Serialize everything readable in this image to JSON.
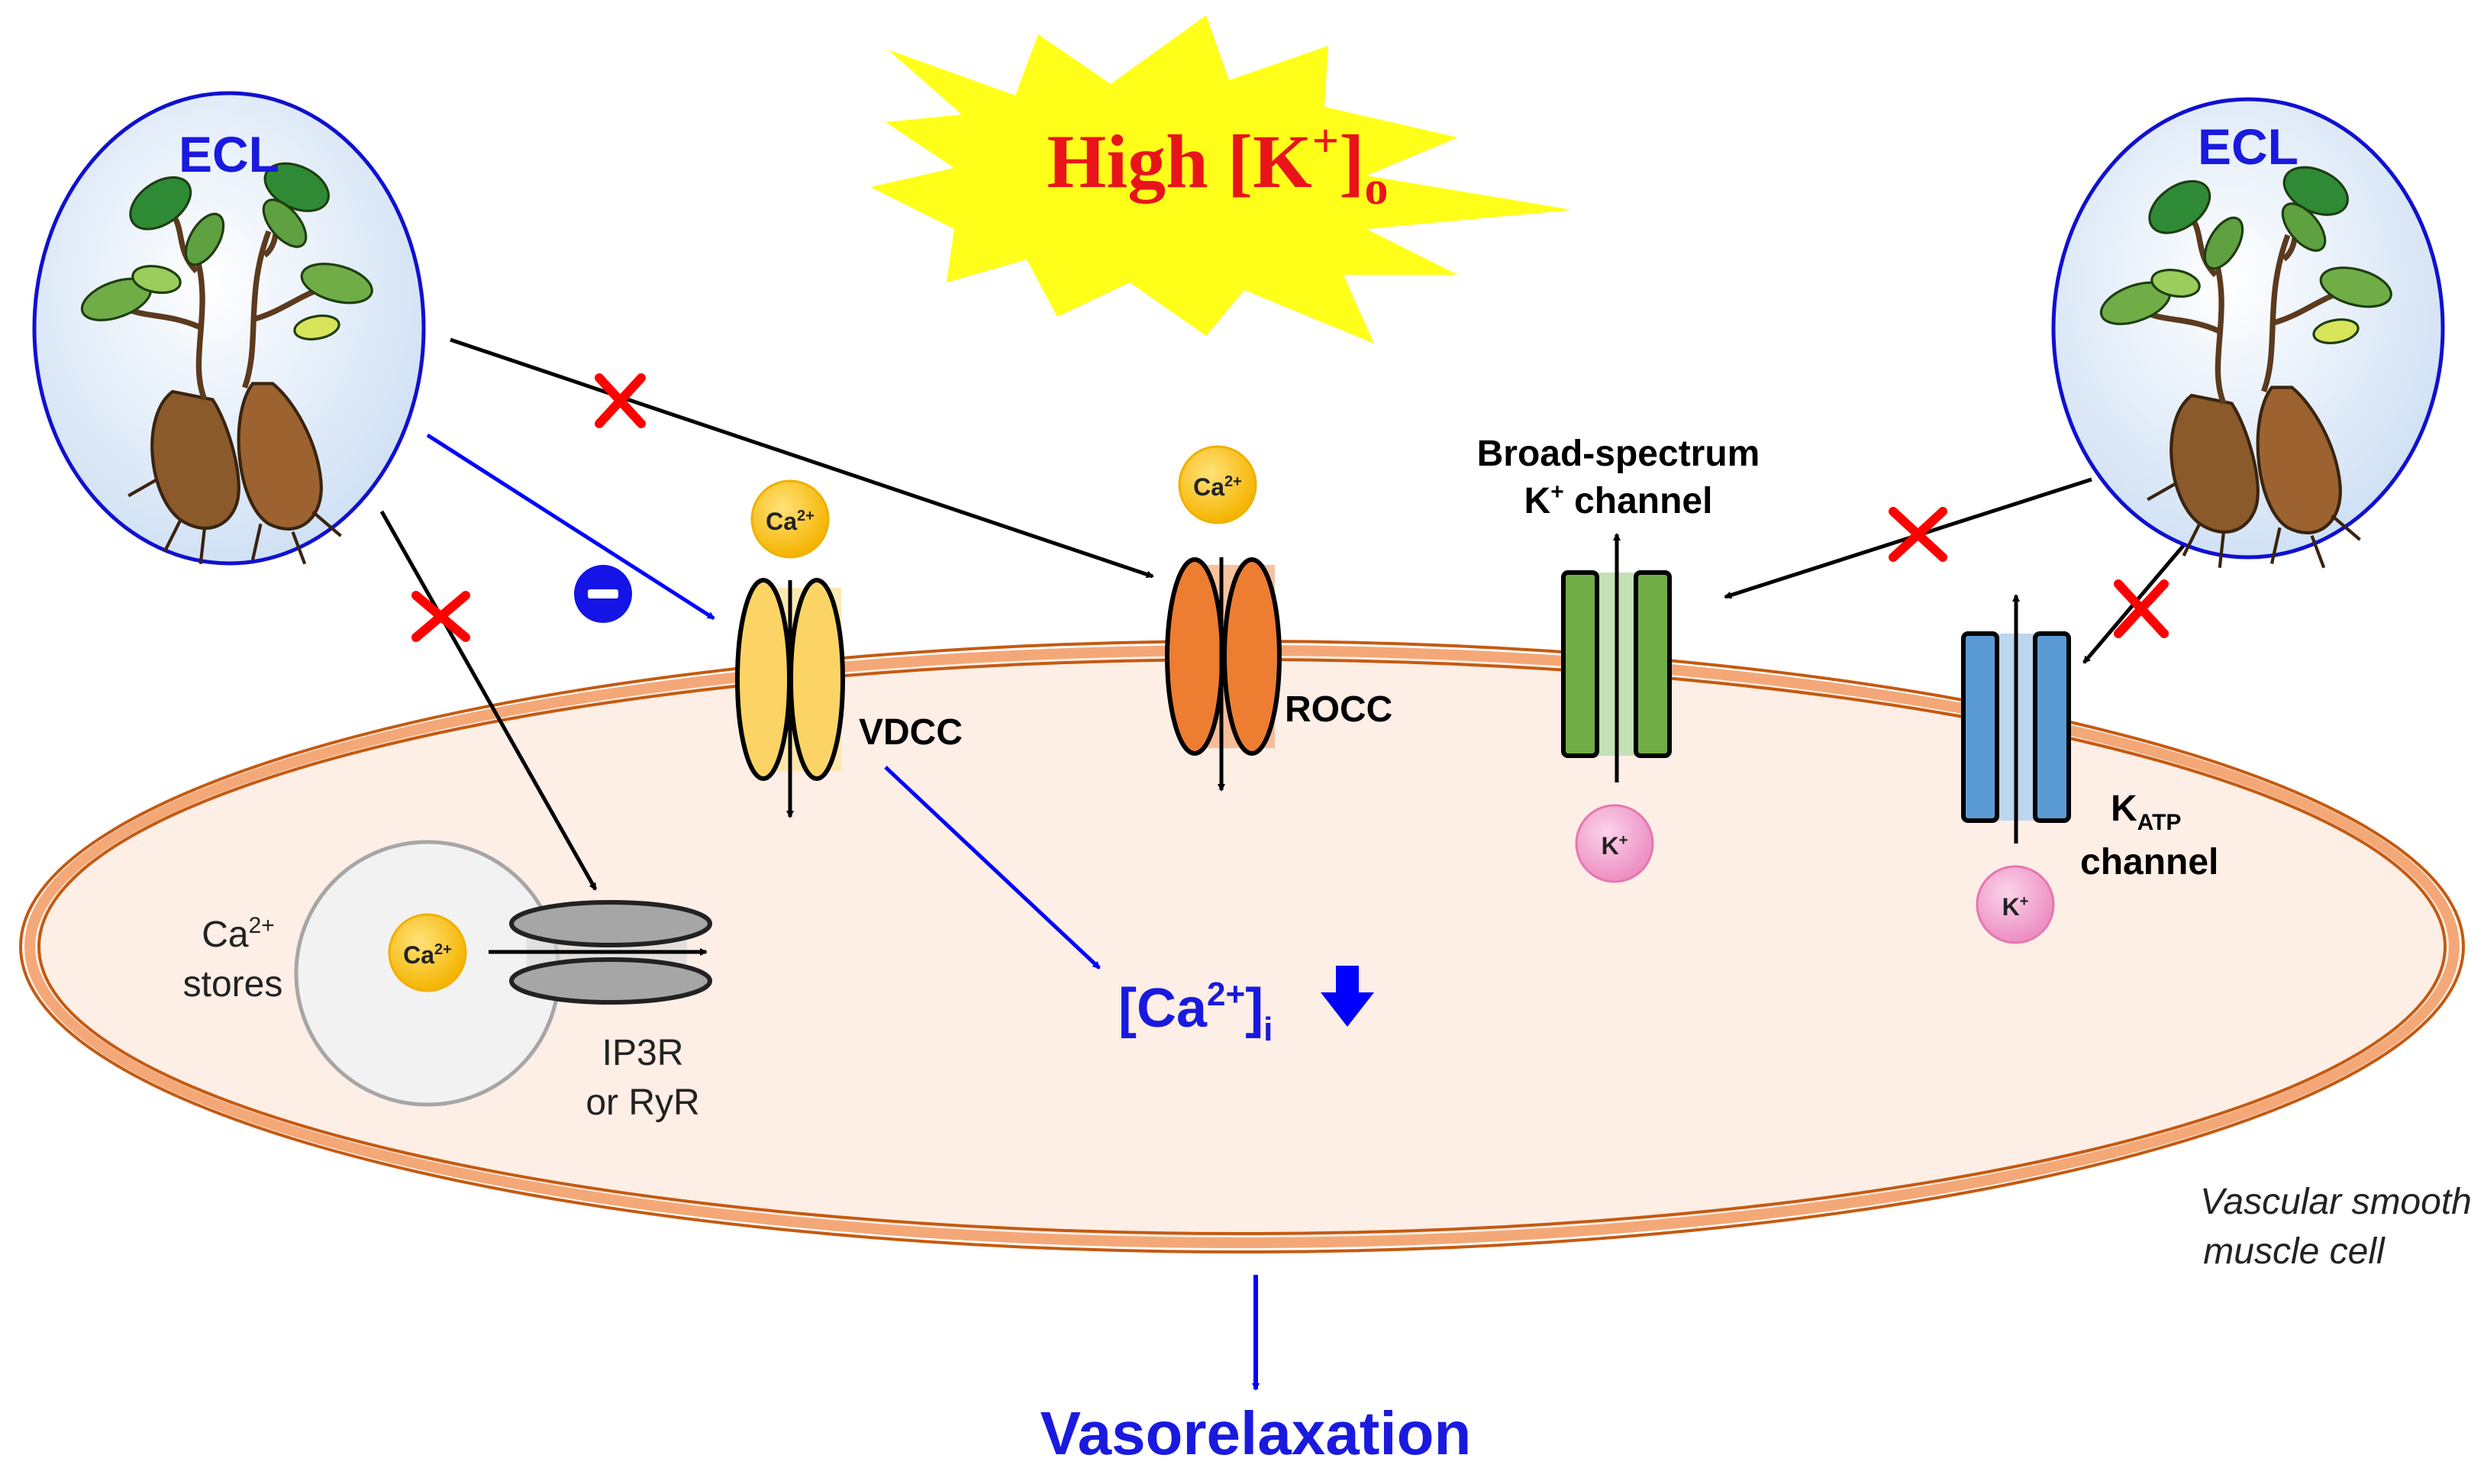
{
  "headline": {
    "text": "High [K",
    "sup": "+",
    "close": "]",
    "sub": "o",
    "color": "#e8141a",
    "burst_color": "#ffff1a"
  },
  "ecl_left": {
    "label": "ECL"
  },
  "ecl_right": {
    "label": "ECL"
  },
  "ion_labels": {
    "ca_base": "Ca",
    "ca_sup": "2+",
    "k_base": "K",
    "k_sup": "+"
  },
  "channels": {
    "vdcc": {
      "label": "VDCC",
      "color": "#fcd465"
    },
    "rocc": {
      "label": "ROCC",
      "color": "#ed7d31"
    },
    "broad_k": {
      "label_line1": "Broad-spectrum",
      "label_line2_base": "K",
      "label_line2_sup": "+",
      "label_line2_rest": " channel",
      "color": "#70ad47"
    },
    "katp": {
      "label_base": "K",
      "label_sub": "ATP",
      "label_line2": "channel",
      "color": "#5b9bd5"
    }
  },
  "stores": {
    "label_base": "Ca",
    "label_sup": "2+",
    "label_line2": "stores"
  },
  "receptor": {
    "line1": "IP3R",
    "line2": "or RyR"
  },
  "intracellular": {
    "text_base": "[Ca",
    "text_sup": "2+",
    "text_close": "]",
    "text_sub": "i"
  },
  "cell": {
    "line1": "Vascular smooth",
    "line2": "muscle cell",
    "fill": "#fdeee6",
    "stroke": "#c55a11"
  },
  "outcome": {
    "label": "Vasorelaxation"
  },
  "colors": {
    "label_blue": "#1a1adf",
    "inhibit_red": "#ff0000",
    "arrow_black": "#000000",
    "arrow_blue": "#0000ff"
  }
}
